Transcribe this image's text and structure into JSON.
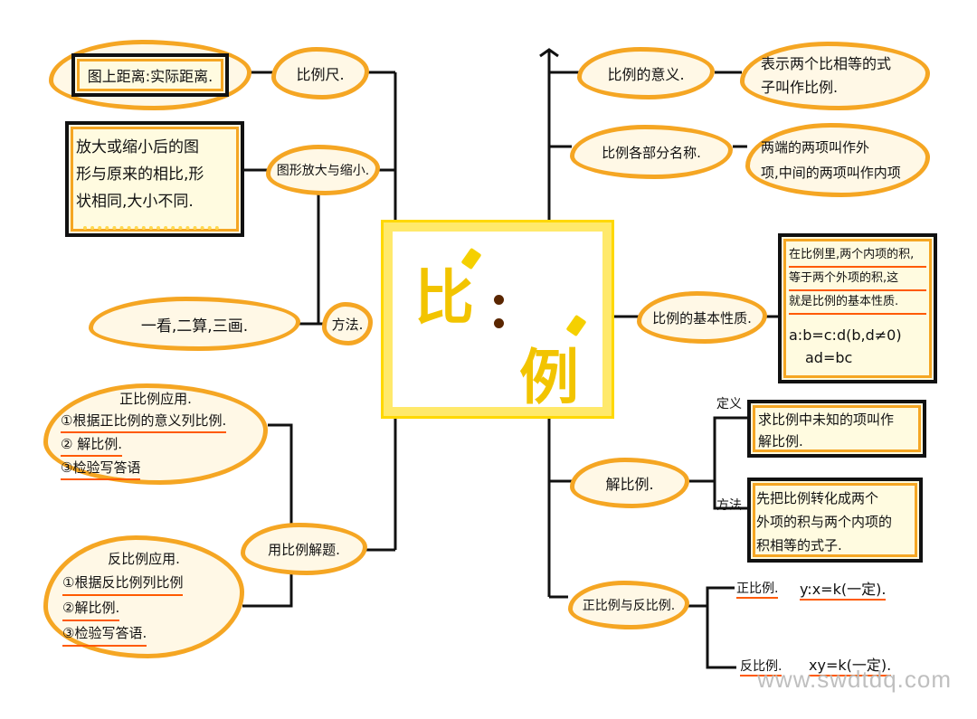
{
  "center": {
    "char1": "比",
    "char2": "例"
  },
  "left": {
    "scale": {
      "label": "比例尺.",
      "detail": "图上距离:实际距离."
    },
    "enlarge": {
      "label": "图形放大与缩小.",
      "detail_lines": [
        "放大或缩小后的图",
        "形与原来的相比,形",
        "状相同,大小不同."
      ]
    },
    "method": {
      "label": "方法.",
      "detail": "一看,二算,三画."
    },
    "solve": {
      "label": "用比例解题."
    },
    "direct_app": {
      "title": "正比例应用.",
      "lines": [
        "①根据正比例的意义列比例.",
        "② 解比例.",
        "③检验写答语"
      ]
    },
    "inverse_app": {
      "title": "反比例应用.",
      "lines": [
        "①根据反比例列比例",
        "②解比例.",
        "③检验写答语."
      ]
    }
  },
  "right": {
    "meaning": {
      "label": "比例的意义.",
      "detail_lines": [
        "表示两个比相等的式",
        "子叫作比例."
      ]
    },
    "parts": {
      "label": "比例各部分名称.",
      "detail_lines": [
        "两端的两项叫作外",
        "项,中间的两项叫作内项"
      ]
    },
    "property": {
      "label": "比例的基本性质.",
      "detail_lines": [
        "在比例里,两个内项的积,",
        "等于两个外项的积,这",
        "就是比例的基本性质."
      ],
      "formula1": "a:b=c:d(b,d≠0)",
      "formula2": "ad=bc"
    },
    "solve_ratio": {
      "label": "解比例.",
      "def_tag": "定义",
      "def_lines": [
        "求比例中未知的项叫作",
        "解比例."
      ],
      "method_tag": "方法",
      "method_lines": [
        "先把比例转化成两个",
        "外项的积与两个内项的",
        "积相等的式子."
      ]
    },
    "direct_inverse": {
      "label": "正比例与反比例.",
      "direct_tag": "正比例.",
      "direct_formula": "y:x=k(一定).",
      "inverse_tag": "反比例.",
      "inverse_formula": "xy=k(一定)."
    }
  },
  "watermark": "www.swdtdq.com",
  "colors": {
    "outline": "#f5a623",
    "underline": "#ff5a00",
    "center": "#ffe96b",
    "line": "#111111"
  }
}
